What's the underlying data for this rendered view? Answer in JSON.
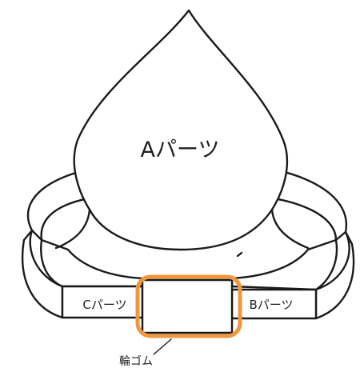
{
  "diagram": {
    "labels": {
      "part_a": "Aパーツ",
      "part_b": "Bパーツ",
      "part_c": "Cパーツ",
      "rubber_band": "輪ゴム"
    },
    "colors": {
      "stroke": "#1a1a1a",
      "fill": "#ffffff",
      "rubber_band": "#f0963c"
    }
  }
}
